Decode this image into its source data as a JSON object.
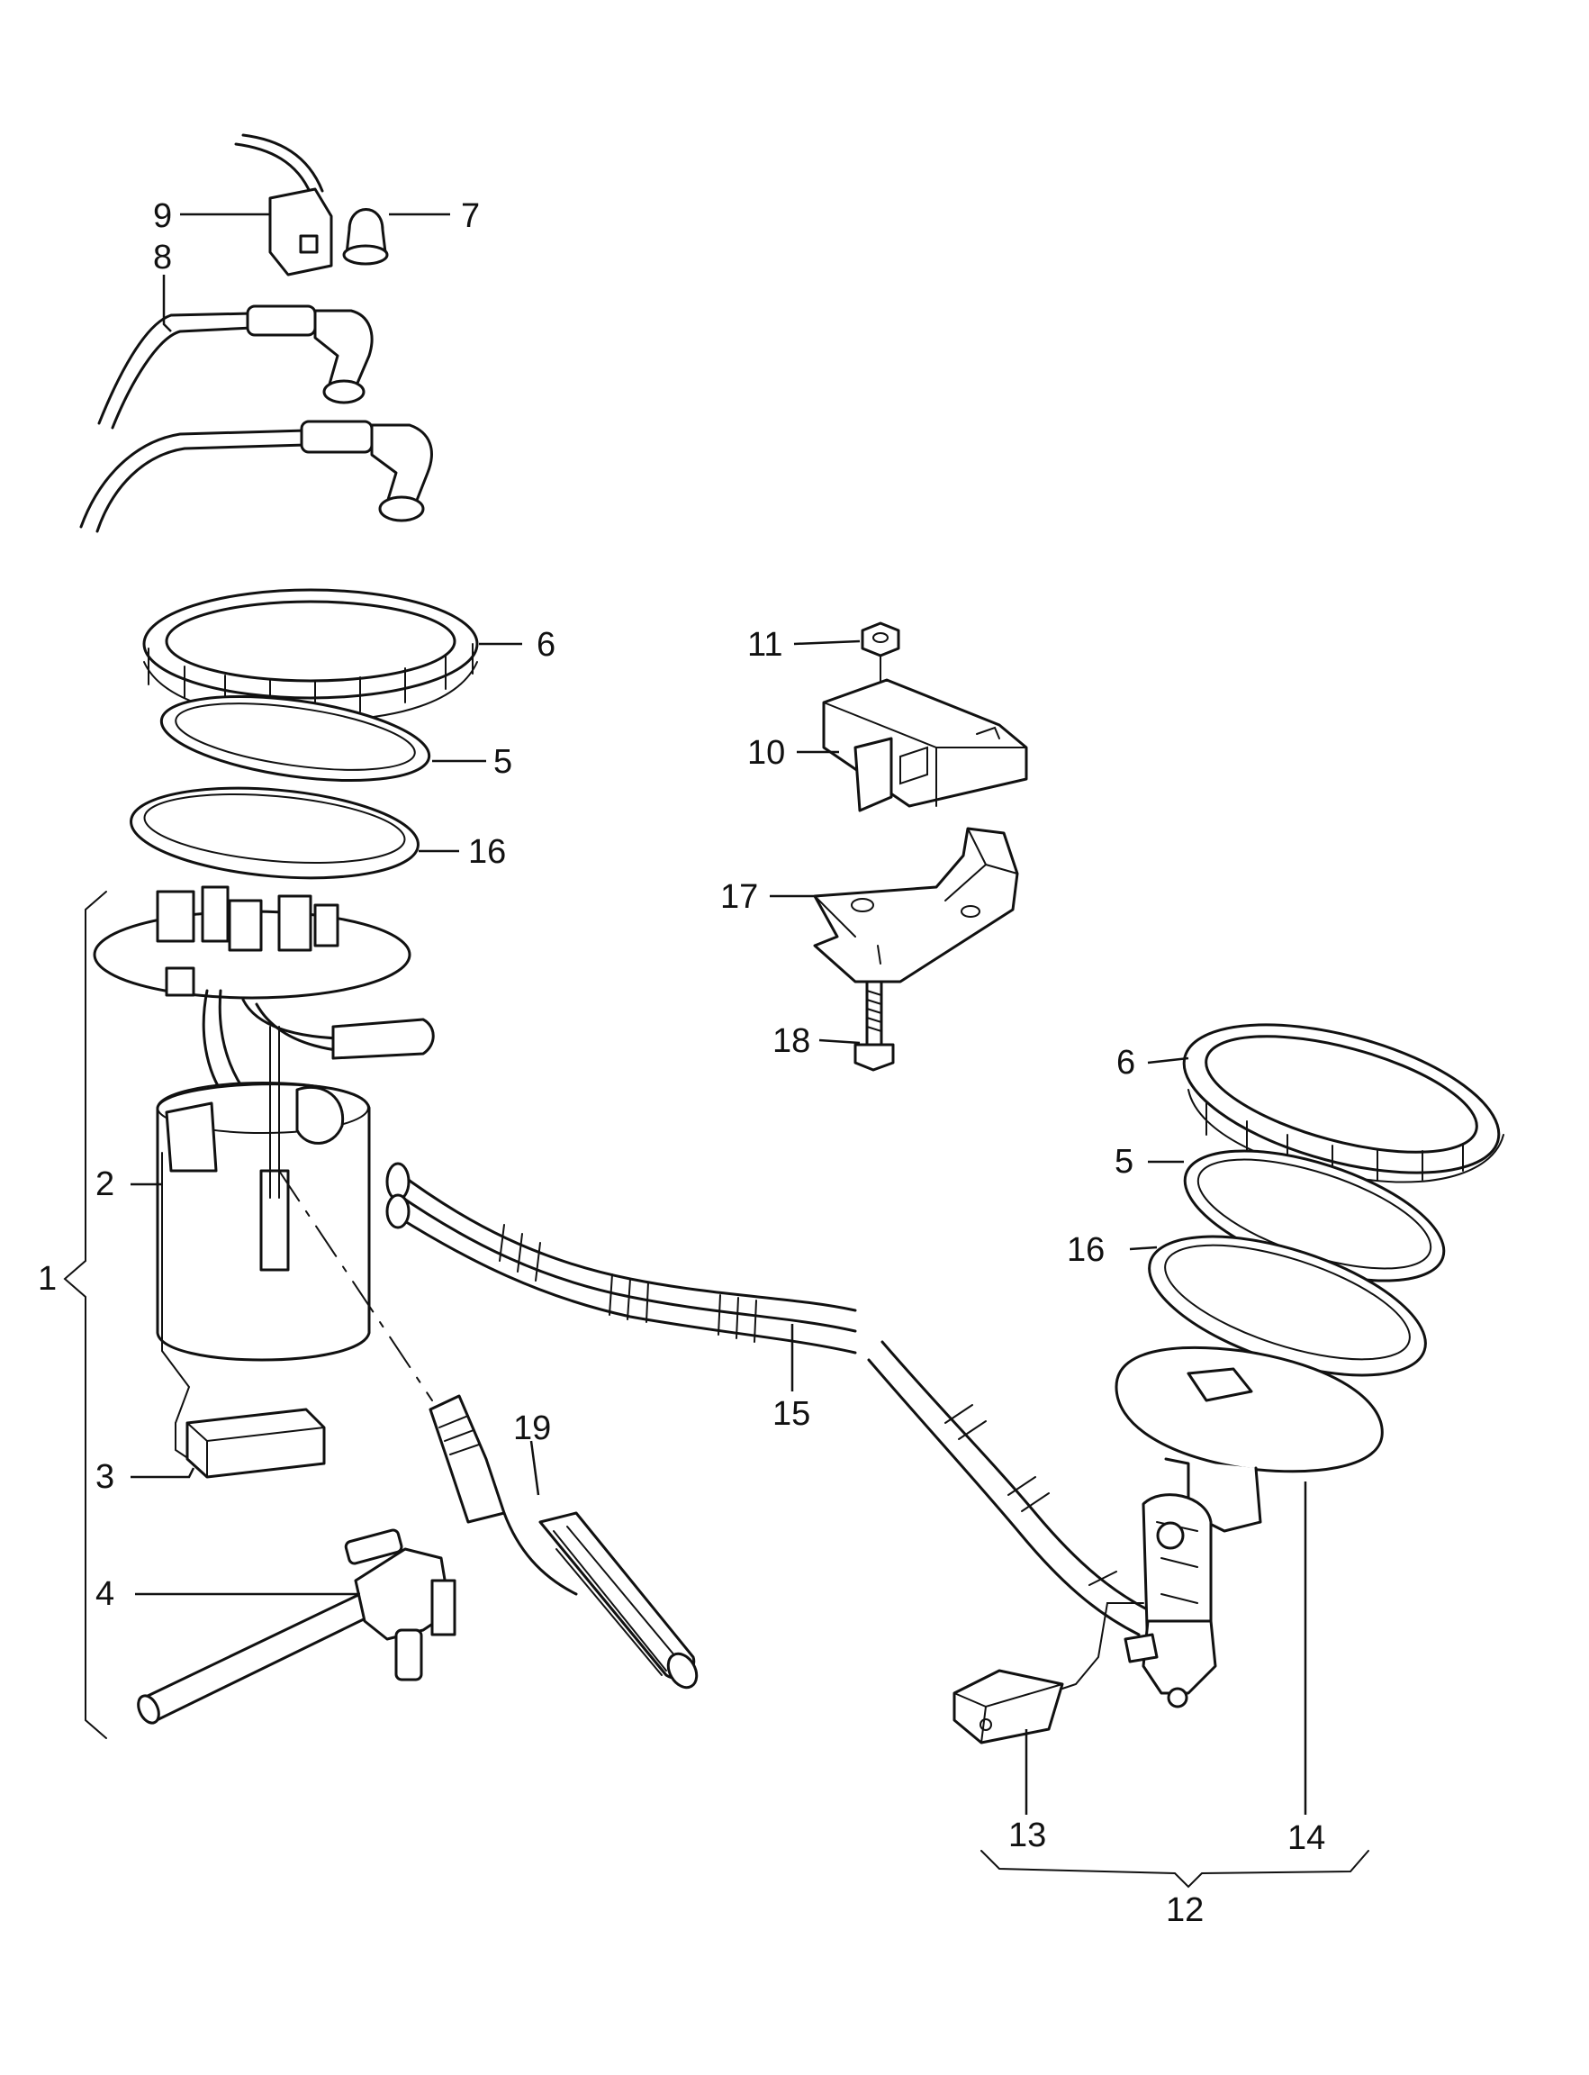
{
  "diagram": {
    "callouts": [
      {
        "id": "c1",
        "label": "1"
      },
      {
        "id": "c2",
        "label": "2"
      },
      {
        "id": "c3",
        "label": "3"
      },
      {
        "id": "c4",
        "label": "4"
      },
      {
        "id": "c5a",
        "label": "5"
      },
      {
        "id": "c5b",
        "label": "5"
      },
      {
        "id": "c6a",
        "label": "6"
      },
      {
        "id": "c6b",
        "label": "6"
      },
      {
        "id": "c7",
        "label": "7"
      },
      {
        "id": "c8",
        "label": "8"
      },
      {
        "id": "c9",
        "label": "9"
      },
      {
        "id": "c10",
        "label": "10"
      },
      {
        "id": "c11",
        "label": "11"
      },
      {
        "id": "c12",
        "label": "12"
      },
      {
        "id": "c13",
        "label": "13"
      },
      {
        "id": "c14",
        "label": "14"
      },
      {
        "id": "c15",
        "label": "15"
      },
      {
        "id": "c16a",
        "label": "16"
      },
      {
        "id": "c16b",
        "label": "16"
      },
      {
        "id": "c17",
        "label": "17"
      },
      {
        "id": "c18",
        "label": "18"
      },
      {
        "id": "c19",
        "label": "19"
      }
    ]
  }
}
